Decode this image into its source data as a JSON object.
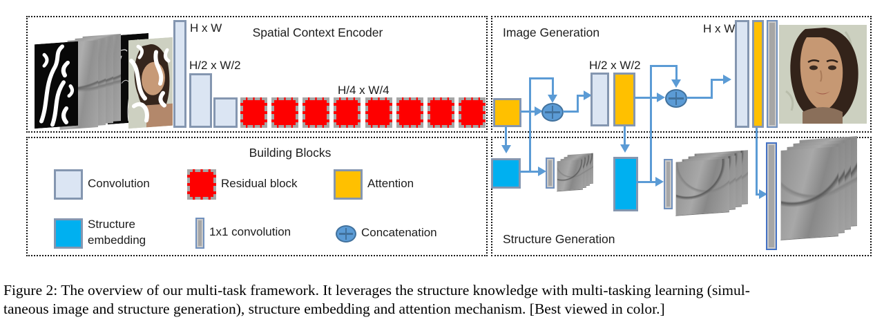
{
  "figure": {
    "panels": {
      "encoder": {
        "title": "Spatial Context Encoder"
      },
      "image_generation": {
        "title": "Image Generation"
      },
      "building_blocks": {
        "title": "Building Blocks"
      },
      "structure_generation": {
        "title": "Structure Generation"
      }
    },
    "dims": {
      "hw": "H x W",
      "h2w2": "H/2 x W/2",
      "h4w4": "H/4 x W/4"
    },
    "legend": {
      "convolution": "Convolution",
      "residual": "Residual block",
      "attention": "Attention",
      "structure_embedding": "Structure embedding",
      "conv1x1": "1x1 convolution",
      "concatenation": "Concatenation"
    },
    "icons": {
      "concatenation": "circle-plus-icon"
    },
    "counts": {
      "residual_blocks": 8
    }
  },
  "caption": {
    "line1": "Figure 2: The overview of our multi-task framework. It leverages the structure knowledge with multi-tasking learning (simul-",
    "line2": "taneous image and structure generation), structure embedding and attention mechanism. [Best viewed in color.]"
  },
  "colors": {
    "conv-fill": "#dbe5f3",
    "block-border": "#8496b0",
    "res-fill": "#fe0000",
    "res-border": "#a6a6a6",
    "att-fill": "#ffc000",
    "cyan-fill": "#00b0f0",
    "gbar-fill": "#a6a6a6",
    "gbar-border": "#7090bd",
    "gbar3-border": "#4472c4",
    "line": "#5b9bd5",
    "concat-fill": "#5b9bd5",
    "concat-border": "#41719c"
  }
}
